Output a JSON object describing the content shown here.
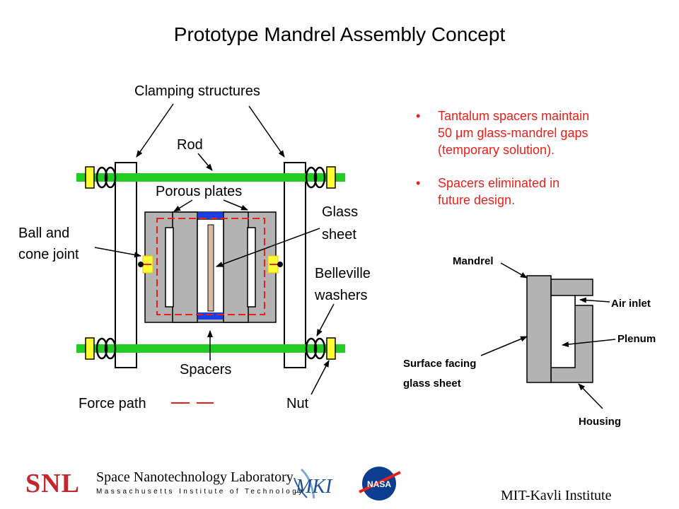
{
  "title": "Prototype Mandrel Assembly Concept",
  "left_diagram": {
    "clamping_structures": "Clamping structures",
    "rod": "Rod",
    "porous_plates": "Porous plates",
    "glass_sheet_line1": "Glass",
    "glass_sheet_line2": "sheet",
    "ball_cone_line1": "Ball and",
    "ball_cone_line2": "cone joint",
    "belleville_line1": "Belleville",
    "belleville_line2": "washers",
    "spacers": "Spacers",
    "force_path": "Force path",
    "nut": "Nut"
  },
  "bullets": [
    {
      "dot": "•",
      "line1": "Tantalum spacers maintain",
      "line2": "50 μm glass-mandrel gaps",
      "line3": "(temporary solution)."
    },
    {
      "dot": "•",
      "line1": "Spacers eliminated in",
      "line2": "future design."
    }
  ],
  "right_diagram": {
    "mandrel": "Mandrel",
    "air_inlet": "Air inlet",
    "plenum": "Plenum",
    "surface_line1": "Surface facing",
    "surface_line2": "glass sheet",
    "housing": "Housing"
  },
  "footer": {
    "snl_logo": "SNL",
    "snl_name": "Space Nanotechnology Laboratory",
    "snl_sub": "Massachusetts Institute of Technology",
    "mki_logo": "MKI",
    "nasa_logo": "NASA",
    "institute": "MIT-Kavli Institute"
  },
  "colors": {
    "rod_green": "#22cc22",
    "nut_yellow": "#ffff33",
    "spacer_blue": "#1a3fe0",
    "force_red": "#e8221b",
    "housing_gray": "#b3b3b3",
    "glass_tan": "#d8bca6",
    "nasa_blue": "#0b3d91"
  }
}
